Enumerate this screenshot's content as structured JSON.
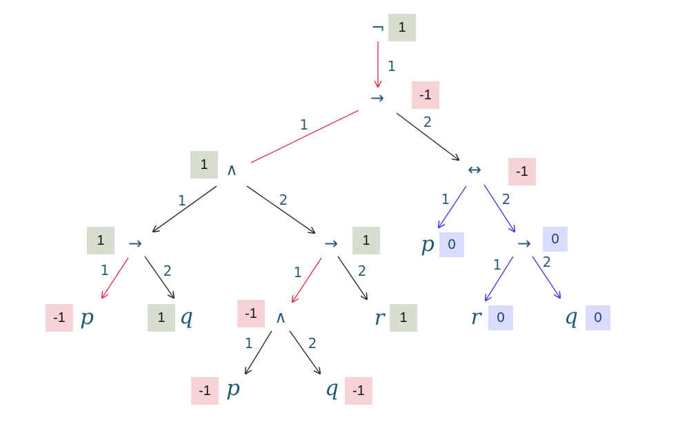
{
  "colors": {
    "positive_box": "#d7ddcf",
    "negative_box": "#f8d3d6",
    "zero_box": "#d9dbff",
    "edge_active": "#e0344a",
    "edge_normal": "#2a2a2a",
    "edge_blue": "#3a3ee6",
    "text": "#2c5a74"
  },
  "tree": {
    "nodes": [
      {
        "id": "root-not",
        "kind": "op",
        "symbol": "¬",
        "value": "1"
      },
      {
        "id": "impl-top",
        "kind": "op",
        "symbol": "→",
        "value": "-1"
      },
      {
        "id": "and-left",
        "kind": "op",
        "symbol": "∧",
        "value": "1"
      },
      {
        "id": "iff-right",
        "kind": "op",
        "symbol": "↔",
        "value": "-1"
      },
      {
        "id": "impl-ll",
        "kind": "op",
        "symbol": "→",
        "value": "1"
      },
      {
        "id": "impl-lr",
        "kind": "op",
        "symbol": "→",
        "value": "1"
      },
      {
        "id": "var-p-iff",
        "kind": "var",
        "symbol": "p",
        "value": "0"
      },
      {
        "id": "impl-rr",
        "kind": "op",
        "symbol": "→",
        "value": "0"
      },
      {
        "id": "var-p-ll",
        "kind": "var",
        "symbol": "p",
        "value": "-1"
      },
      {
        "id": "var-q-ll",
        "kind": "var",
        "symbol": "q",
        "value": "1"
      },
      {
        "id": "and-lrl",
        "kind": "op",
        "symbol": "∧",
        "value": "-1"
      },
      {
        "id": "var-r-lr",
        "kind": "var",
        "symbol": "r",
        "value": "1"
      },
      {
        "id": "var-r-rr",
        "kind": "var",
        "symbol": "r",
        "value": "0"
      },
      {
        "id": "var-q-rr",
        "kind": "var",
        "symbol": "q",
        "value": "0"
      },
      {
        "id": "var-p-and",
        "kind": "var",
        "symbol": "p",
        "value": "-1"
      },
      {
        "id": "var-q-and",
        "kind": "var",
        "symbol": "q",
        "value": "-1"
      }
    ],
    "edges": [
      {
        "id": "e-root",
        "from": "root-not",
        "to": "impl-top",
        "label": "1",
        "style": "active",
        "arrow": true
      },
      {
        "id": "e-top-1",
        "from": "impl-top",
        "to": "and-left",
        "label": "1",
        "style": "active",
        "arrow": false
      },
      {
        "id": "e-top-2",
        "from": "impl-top",
        "to": "iff-right",
        "label": "2",
        "style": "normal",
        "arrow": true
      },
      {
        "id": "e-and-1",
        "from": "and-left",
        "to": "impl-ll",
        "label": "1",
        "style": "normal",
        "arrow": true
      },
      {
        "id": "e-and-2",
        "from": "and-left",
        "to": "impl-lr",
        "label": "2",
        "style": "normal",
        "arrow": true
      },
      {
        "id": "e-iff-1",
        "from": "iff-right",
        "to": "var-p-iff",
        "label": "1",
        "style": "blue",
        "arrow": true
      },
      {
        "id": "e-iff-2",
        "from": "iff-right",
        "to": "impl-rr",
        "label": "2",
        "style": "blue",
        "arrow": true
      },
      {
        "id": "e-ll-1",
        "from": "impl-ll",
        "to": "var-p-ll",
        "label": "1",
        "style": "active",
        "arrow": true
      },
      {
        "id": "e-ll-2",
        "from": "impl-ll",
        "to": "var-q-ll",
        "label": "2",
        "style": "normal",
        "arrow": true
      },
      {
        "id": "e-lr-1",
        "from": "impl-lr",
        "to": "and-lrl",
        "label": "1",
        "style": "active",
        "arrow": true
      },
      {
        "id": "e-lr-2",
        "from": "impl-lr",
        "to": "var-r-lr",
        "label": "2",
        "style": "normal",
        "arrow": true
      },
      {
        "id": "e-rr-1",
        "from": "impl-rr",
        "to": "var-r-rr",
        "label": "1",
        "style": "blue",
        "arrow": true
      },
      {
        "id": "e-rr-2",
        "from": "impl-rr",
        "to": "var-q-rr",
        "label": "2",
        "style": "blue",
        "arrow": true
      },
      {
        "id": "e-lrl-1",
        "from": "and-lrl",
        "to": "var-p-and",
        "label": "1",
        "style": "normal",
        "arrow": true
      },
      {
        "id": "e-lrl-2",
        "from": "and-lrl",
        "to": "var-q-and",
        "label": "2",
        "style": "normal",
        "arrow": true
      }
    ]
  }
}
